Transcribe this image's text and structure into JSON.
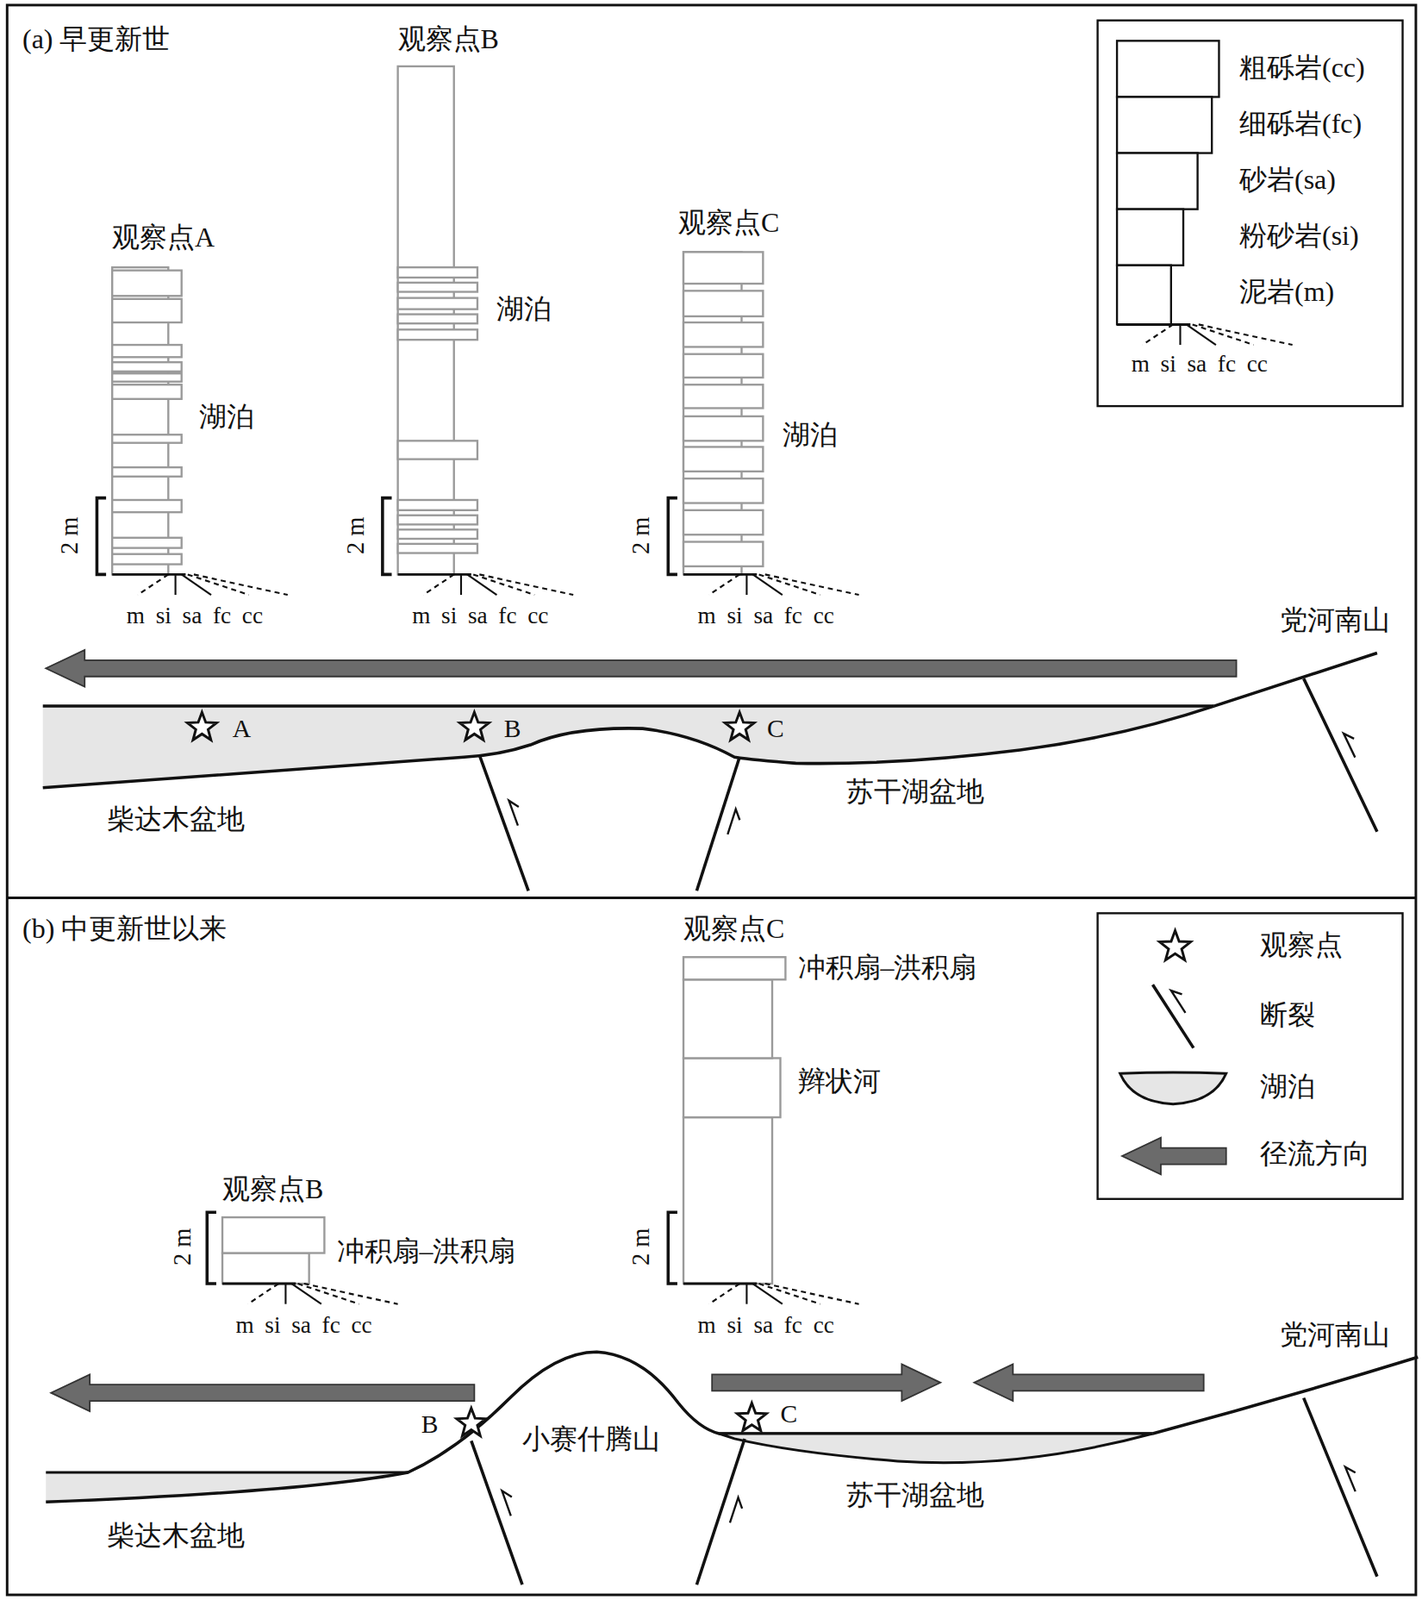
{
  "diagram": {
    "labels": [
      "(a) 早更新世",
      "观察点B",
      "观察点A",
      "观察点C",
      "湖泊",
      "湖泊",
      "湖泊",
      "2 m",
      "2 m",
      "2 m",
      "m si sa fc cc",
      "m si sa fc cc",
      "m si sa fc cc",
      "党河南山",
      "A",
      "B",
      "C",
      "柴达木盆地",
      "苏干湖盆地",
      "(b) 中更新世以来",
      "观察点C",
      "冲积扇–洪积扇",
      "辫状河",
      "观察点B",
      "冲积扇–洪积扇",
      "2 m",
      "2 m",
      "m si sa fc cc",
      "m si sa fc cc",
      "党河南山",
      "B",
      "C",
      "小赛什腾山",
      "苏干湖盆地",
      "柴达木盆地",
      "m si sa fc cc"
    ],
    "legend": [
      {
        "text": "粗砾岩(cc)"
      },
      {
        "text": "细砾岩(fc)"
      },
      {
        "text": "砂岩(sa)"
      },
      {
        "text": "粉砂岩(si)"
      },
      {
        "text": "泥岩(m)"
      },
      {
        "text": "观察点"
      },
      {
        "text": "断裂"
      },
      {
        "text": "湖泊"
      },
      {
        "text": "径流方向"
      }
    ]
  }
}
